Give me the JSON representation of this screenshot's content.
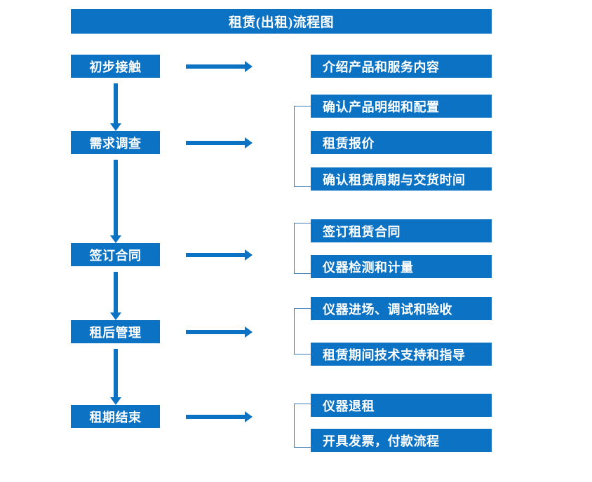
{
  "page": {
    "title": "租赁(出租)流程图",
    "accent_color": "#0b72c4",
    "bracket_color": "#3d7bb8",
    "text_color": "#ffffff",
    "background_color": "#ffffff"
  },
  "stages": [
    {
      "label": "初步接触"
    },
    {
      "label": "需求调查"
    },
    {
      "label": "签订合同"
    },
    {
      "label": "租后管理"
    },
    {
      "label": "租期结束"
    }
  ],
  "tasks": [
    {
      "label": "介绍产品和服务内容"
    },
    {
      "label": "确认产品明细和配置"
    },
    {
      "label": "租赁报价"
    },
    {
      "label": "确认租赁周期与交货时间"
    },
    {
      "label": "签订租赁合同"
    },
    {
      "label": "仪器检测和计量"
    },
    {
      "label": "仪器进场、调试和验收"
    },
    {
      "label": "租赁期间技术支持和指导"
    },
    {
      "label": "仪器退租"
    },
    {
      "label": "开具发票，付款流程"
    }
  ],
  "groups": [
    {
      "stage": "初步接触",
      "tasks": [
        "介绍产品和服务内容"
      ],
      "has_bracket": false
    },
    {
      "stage": "需求调查",
      "tasks": [
        "确认产品明细和配置",
        "租赁报价",
        "确认租赁周期与交货时间"
      ],
      "has_bracket": true
    },
    {
      "stage": "签订合同",
      "tasks": [
        "签订租赁合同",
        "仪器检测和计量"
      ],
      "has_bracket": true
    },
    {
      "stage": "租后管理",
      "tasks": [
        "仪器进场、调试和验收",
        "租赁期间技术支持和指导"
      ],
      "has_bracket": true
    },
    {
      "stage": "租期结束",
      "tasks": [
        "仪器退租",
        "开具发票，付款流程"
      ],
      "has_bracket": true
    }
  ],
  "connectors": {
    "vertical_arrow_count": 4,
    "horizontal_arrow_count": 5,
    "bracket_count": 4
  }
}
